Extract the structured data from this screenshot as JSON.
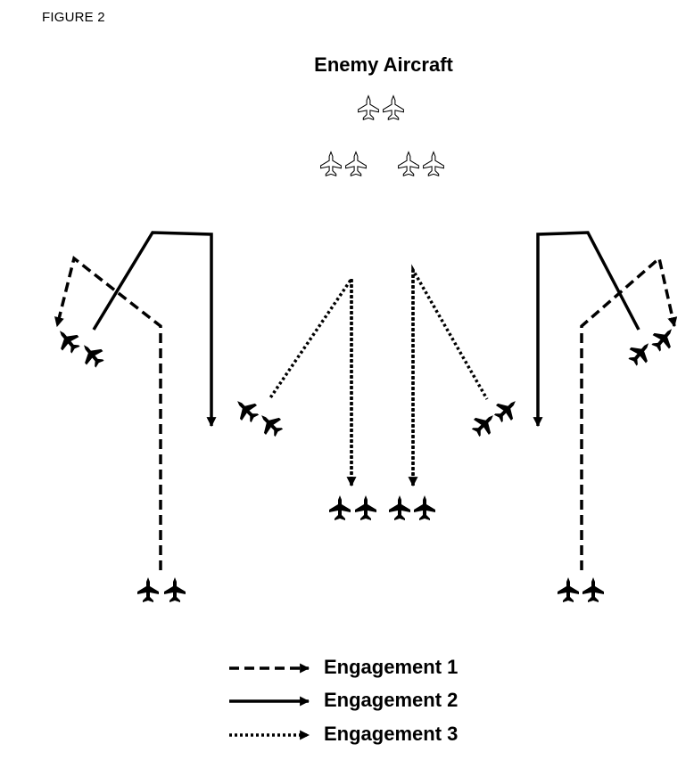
{
  "figure_label": "FIGURE 2",
  "enemy_label": "Enemy Aircraft",
  "legend": [
    {
      "style": "dashed",
      "label": "Engagement 1"
    },
    {
      "style": "solid",
      "label": "Engagement 2"
    },
    {
      "style": "dotted",
      "label": "Engagement 3"
    }
  ],
  "icons": {
    "enemy": "fighter-jet-outline-icon",
    "friendly": "fighter-jet-solid-icon"
  },
  "colors": {
    "ink": "#000000",
    "background": "#ffffff"
  }
}
